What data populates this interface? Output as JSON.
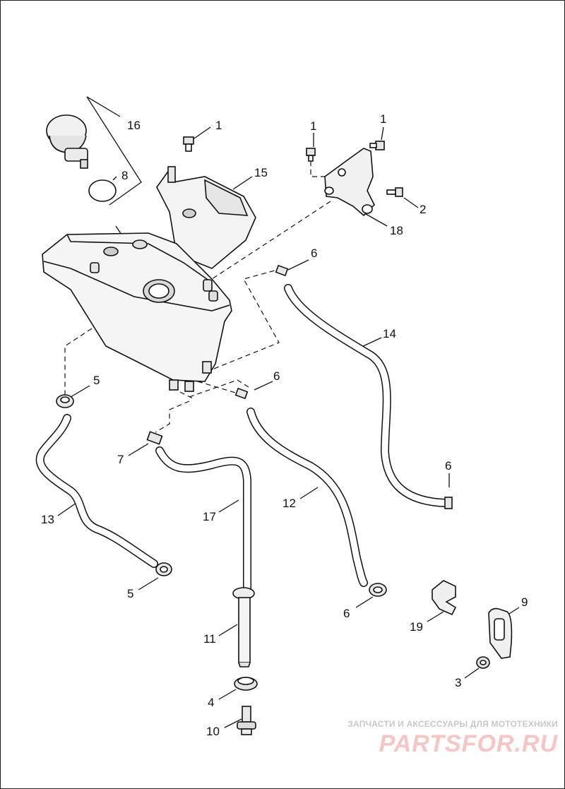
{
  "callouts": {
    "c16": "16",
    "c8": "8",
    "c1a": "1",
    "c15": "15",
    "c1b": "1",
    "c1c": "1",
    "c2": "2",
    "c18": "18",
    "c6a": "6",
    "c14": "14",
    "c5a": "5",
    "c6b": "6",
    "c7": "7",
    "c13": "13",
    "c17": "17",
    "c12": "12",
    "c6c": "6",
    "c5b": "5",
    "c6d": "6",
    "c9": "9",
    "c19": "19",
    "c11": "11",
    "c3": "3",
    "c4": "4",
    "c10": "10"
  },
  "watermark": {
    "tagline": "ЗАПЧАСТИ И АКСЕССУАРЫ ДЛЯ МОТОТЕХНИКИ",
    "brand": "PARTSFOR.RU"
  },
  "colors": {
    "line": "#111111",
    "watermark_brand": "#f4c6c6",
    "watermark_text": "#c8c8c8"
  }
}
